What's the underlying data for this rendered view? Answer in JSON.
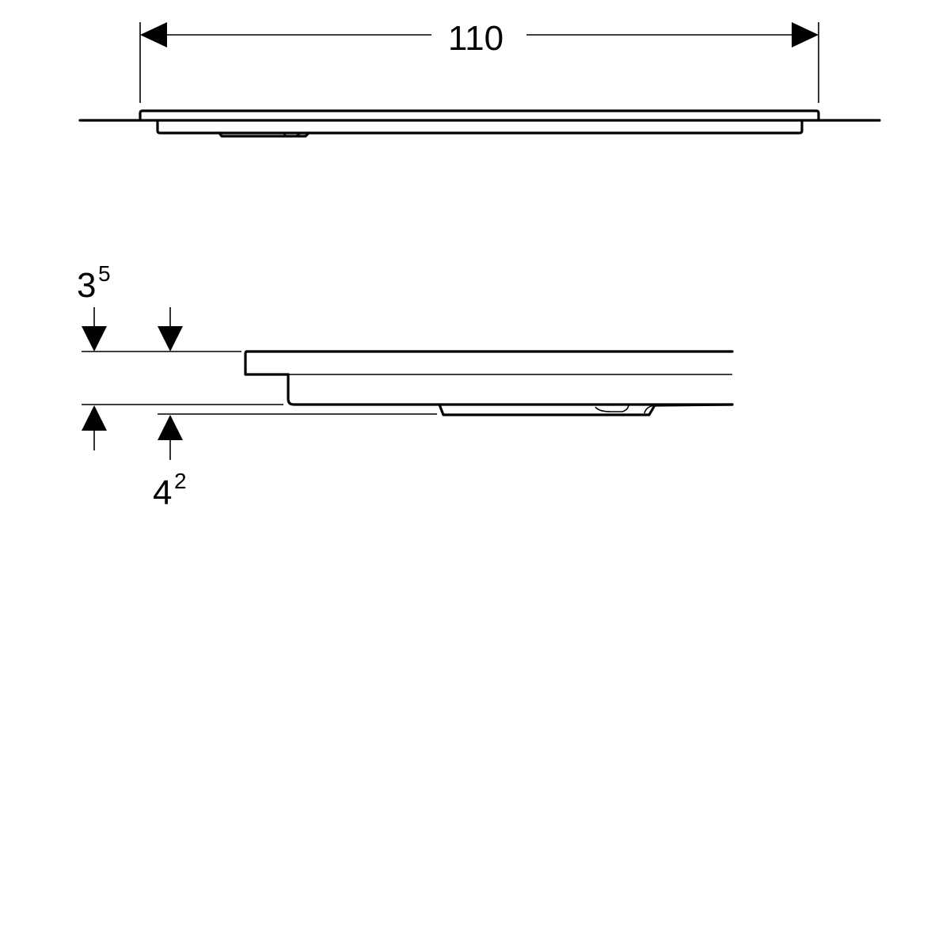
{
  "dimensions": {
    "width": {
      "value": "110"
    },
    "top_thickness": {
      "base": "3",
      "sup": "5"
    },
    "total_thickness": {
      "base": "4",
      "sup": "2"
    }
  },
  "colors": {
    "line": "#000000",
    "background": "#ffffff"
  }
}
